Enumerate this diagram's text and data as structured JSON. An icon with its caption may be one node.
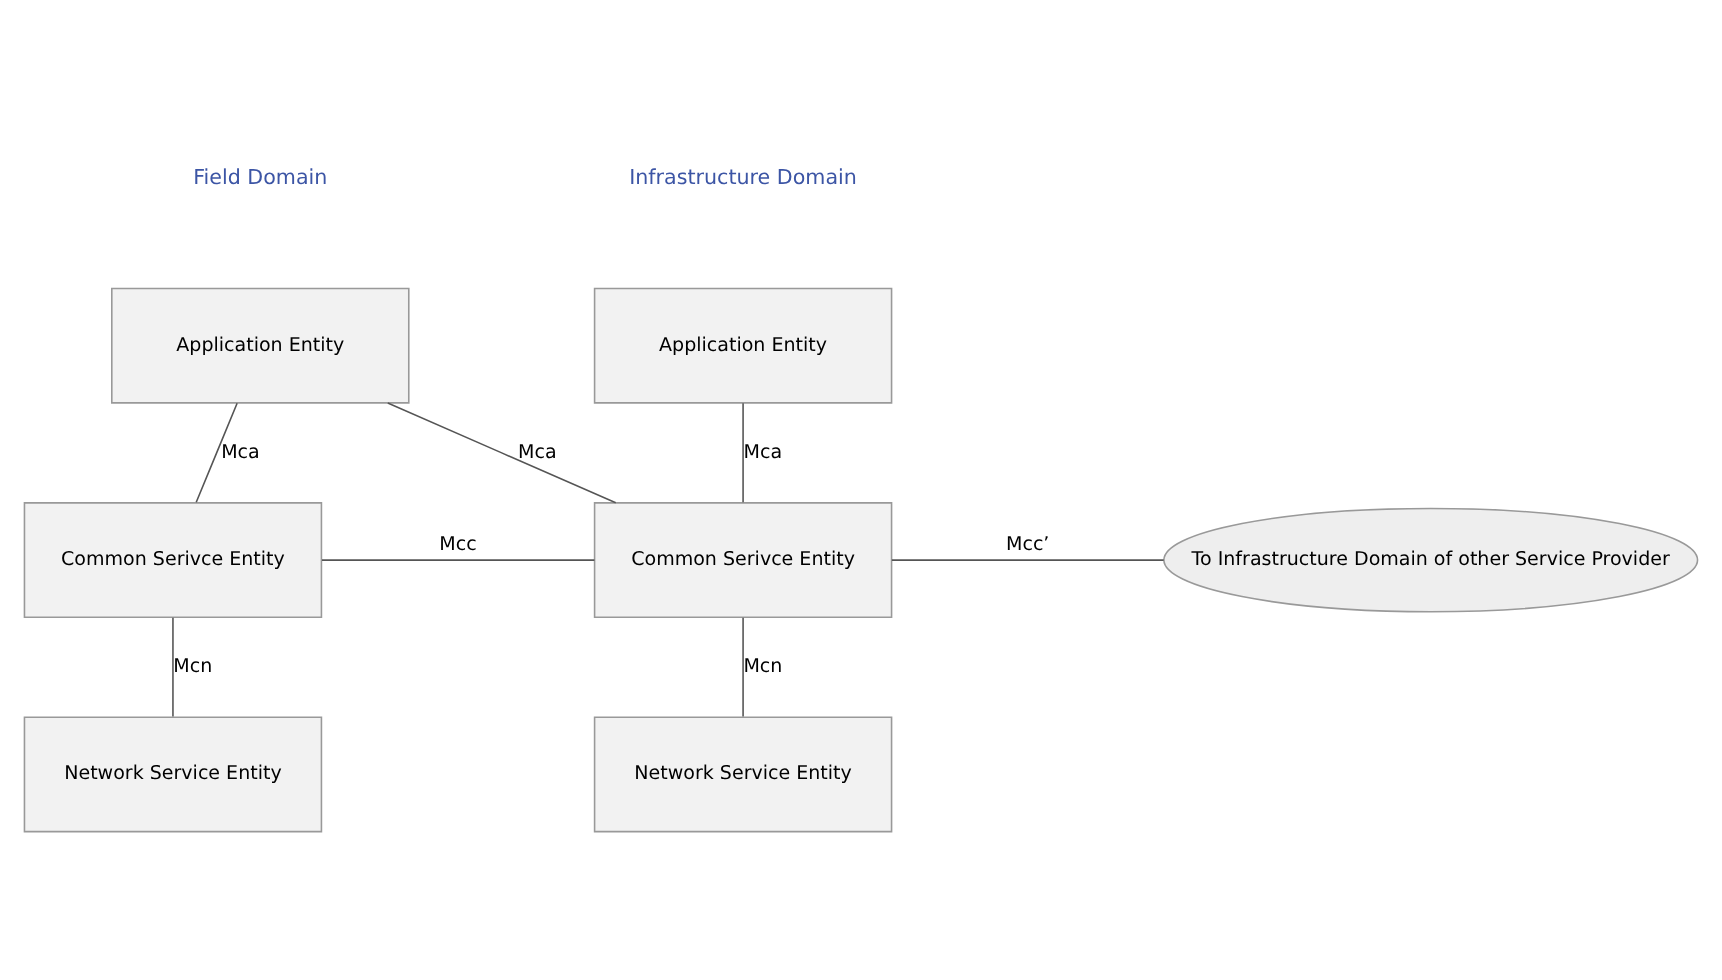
{
  "diagram": {
    "nodes": [
      {
        "text": [
          "Application Entity"
        ]
      },
      {
        "text": [
          "Common Serivce Entity"
        ]
      },
      {
        "text": [
          "Network Service Entity"
        ]
      },
      {
        "text": [
          "Application Entity"
        ]
      },
      {
        "text": [
          "Common Serivce Entity"
        ]
      },
      {
        "text": [
          "Network Service Entity"
        ]
      },
      {
        "text": [
          "To Infrastructure Domain of other Service Provider"
        ]
      }
    ],
    "edges": [
      {
        "from": 0,
        "to": 1,
        "arrow": "none",
        "label": "Mca"
      },
      {
        "from": 1,
        "to": 2,
        "arrow": "none",
        "label": "Mcn"
      },
      {
        "from": 0,
        "to": 4,
        "arrow": "none",
        "label": "Mca"
      },
      {
        "from": 1,
        "to": 4,
        "arrow": "none",
        "label": "Mcc"
      },
      {
        "from": 3,
        "to": 4,
        "arrow": "none",
        "label": "Mca"
      },
      {
        "from": 4,
        "to": 5,
        "arrow": "none",
        "label": "Mcn"
      },
      {
        "from": 4,
        "to": 6,
        "arrow": "none",
        "label": "Mcc’"
      }
    ],
    "labels": [
      "Field Domain",
      "Infrastructure Domain"
    ]
  }
}
